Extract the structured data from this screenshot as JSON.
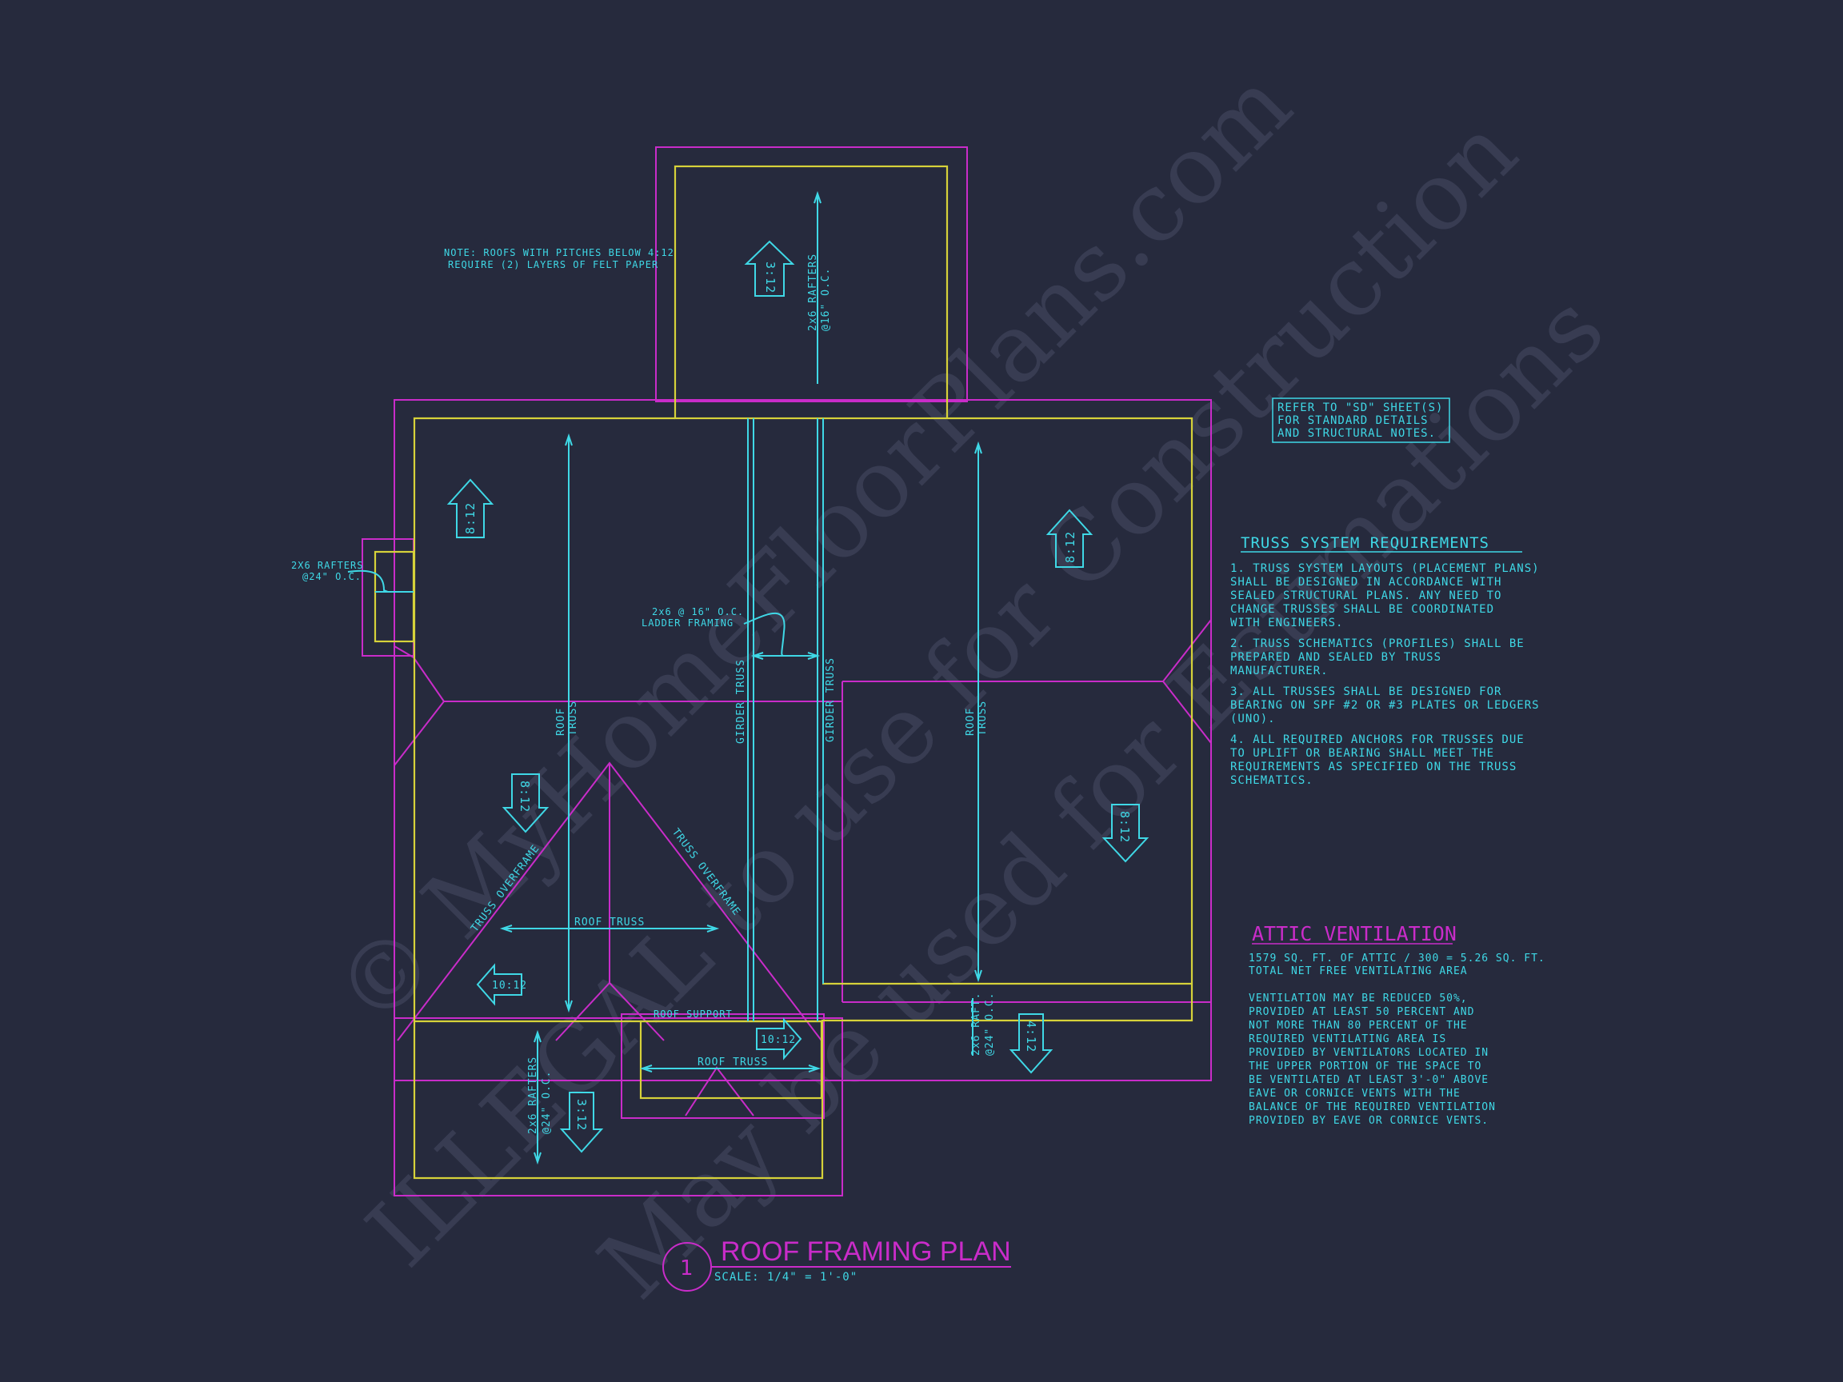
{
  "watermark": {
    "line1": "© MyHomeFloorPlans.com",
    "line2": "ILLEGAL to use for Construction",
    "line3": "May be used for Estimations"
  },
  "notes": {
    "felt_paper": [
      "NOTE: ROOFS WITH PITCHES BELOW 4:12",
      "REQUIRE (2) LAYERS OF FELT PAPER"
    ],
    "refer_sd": [
      "REFER TO \"SD\" SHEET(S)",
      "FOR STANDARD DETAILS",
      "AND STRUCTURAL NOTES."
    ]
  },
  "labels": {
    "rafters_16": [
      "2x6 RAFTERS",
      "@16\" O.C."
    ],
    "rafters_24_left": [
      "2X6 RAFTERS",
      "@24\" O.C."
    ],
    "ladder": [
      "2x6 @ 16\" O.C.",
      "LADDER FRAMING"
    ],
    "girder_truss": "GIRDER TRUSS",
    "roof_truss": "ROOF TRUSS",
    "roof_truss_v": [
      "ROOF",
      "TRUSS"
    ],
    "truss_overframe": "TRUSS OVERFRAME",
    "roof_support": "ROOF SUPPORT",
    "rafters_24_bottom": [
      "2x6 RAFTERS",
      "@24\" O.C."
    ],
    "raft_24_right": [
      "2x6 RAFT.",
      "@24\" O.C."
    ]
  },
  "pitches": {
    "p_3_12_top": "3:12",
    "p_8_12_a": "8:12",
    "p_8_12_b": "8:12",
    "p_8_12_c": "8:12",
    "p_8_12_d": "8:12",
    "p_10_12_a": "10:12",
    "p_10_12_b": "10:12",
    "p_3_12_bottom": "3:12",
    "p_4_12": "4:12"
  },
  "truss_requirements": {
    "heading": "TRUSS SYSTEM REQUIREMENTS",
    "items": [
      [
        "1. TRUSS SYSTEM LAYOUTS (PLACEMENT PLANS)",
        "SHALL BE DESIGNED IN ACCORDANCE WITH",
        "SEALED STRUCTURAL PLANS. ANY NEED TO",
        "CHANGE TRUSSES SHALL BE COORDINATED",
        "WITH ENGINEERS."
      ],
      [
        "2. TRUSS SCHEMATICS (PROFILES) SHALL BE",
        "PREPARED AND SEALED BY TRUSS",
        "MANUFACTURER."
      ],
      [
        "3. ALL TRUSSES SHALL BE DESIGNED FOR",
        "BEARING ON SPF #2 OR #3 PLATES OR LEDGERS",
        "(UNO)."
      ],
      [
        "4. ALL REQUIRED ANCHORS FOR TRUSSES DUE",
        "TO UPLIFT OR BEARING SHALL MEET THE",
        "REQUIREMENTS AS SPECIFIED ON THE TRUSS",
        "SCHEMATICS."
      ]
    ]
  },
  "attic_ventilation": {
    "heading": "ATTIC VENTILATION",
    "calc": [
      "1579 SQ. FT. OF ATTIC / 300 = 5.26 SQ. FT.",
      "TOTAL NET FREE VENTILATING AREA"
    ],
    "body": [
      "VENTILATION MAY BE REDUCED 50%,",
      "PROVIDED AT LEAST 50 PERCENT AND",
      "NOT MORE THAN 80 PERCENT OF THE",
      "REQUIRED VENTILATING AREA IS",
      "PROVIDED BY VENTILATORS LOCATED IN",
      "THE UPPER PORTION OF THE SPACE TO",
      "BE VENTILATED AT LEAST 3'-0\" ABOVE",
      "EAVE OR CORNICE VENTS WITH THE",
      "BALANCE OF THE REQUIRED VENTILATION",
      "PROVIDED BY EAVE OR CORNICE VENTS."
    ]
  },
  "title_block": {
    "number": "1",
    "title": "ROOF FRAMING PLAN",
    "scale": "SCALE: 1/4\" = 1'-0\""
  },
  "colors": {
    "background": "#262a3d",
    "cyan": "#3fd8e6",
    "magenta": "#c92cc9",
    "yellow": "#d6d23a"
  }
}
